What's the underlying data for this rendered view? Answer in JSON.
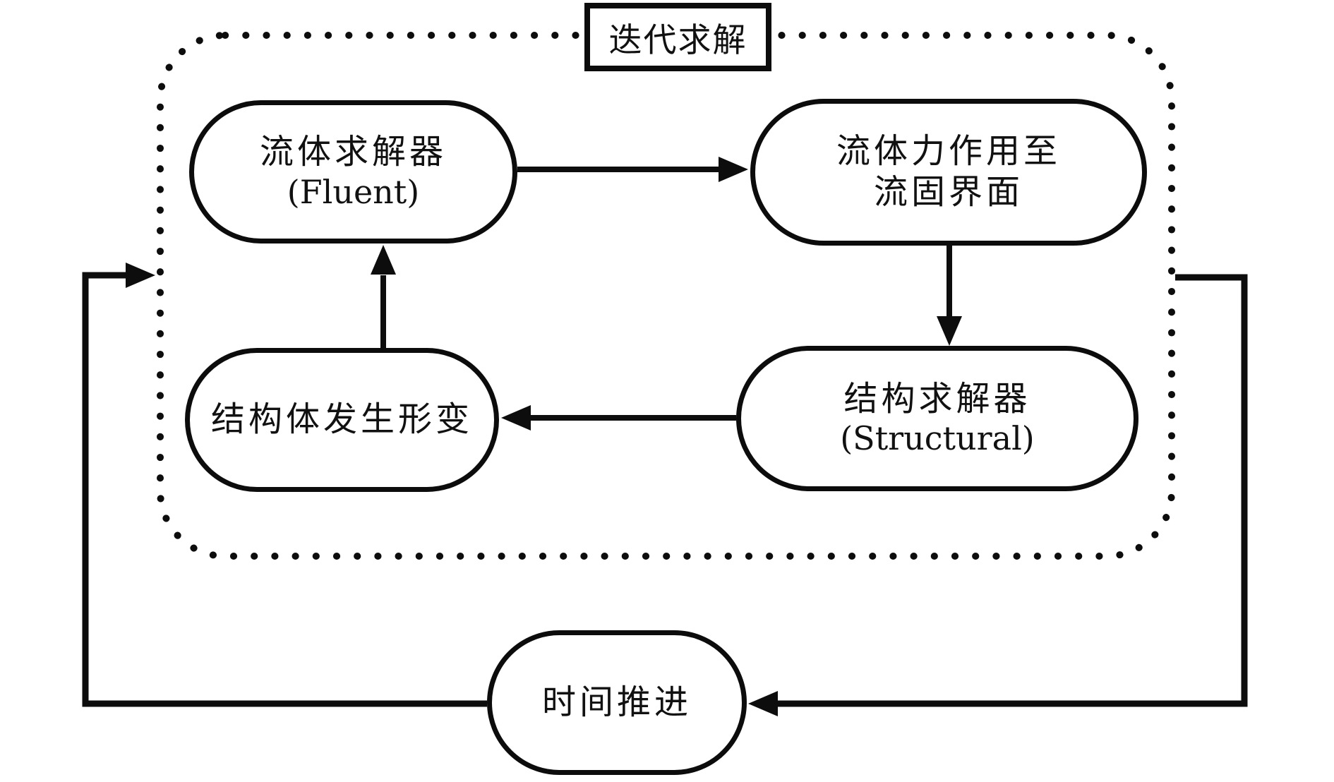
{
  "diagram": {
    "title": "迭代求解",
    "nodes": {
      "fluid_solver": {
        "line1": "流体求解器",
        "line2": "(Fluent)"
      },
      "fluid_force": {
        "line1": "流体力作用至",
        "line2": "流固界面"
      },
      "structural_solver": {
        "line1": "结构求解器",
        "line2": "(Structural)"
      },
      "deform": {
        "line1": "结构体发生形变"
      },
      "time_advance": {
        "line1": "时间推进"
      }
    },
    "colors": {
      "line": "#0d0d0d",
      "background": "#ffffff"
    }
  }
}
